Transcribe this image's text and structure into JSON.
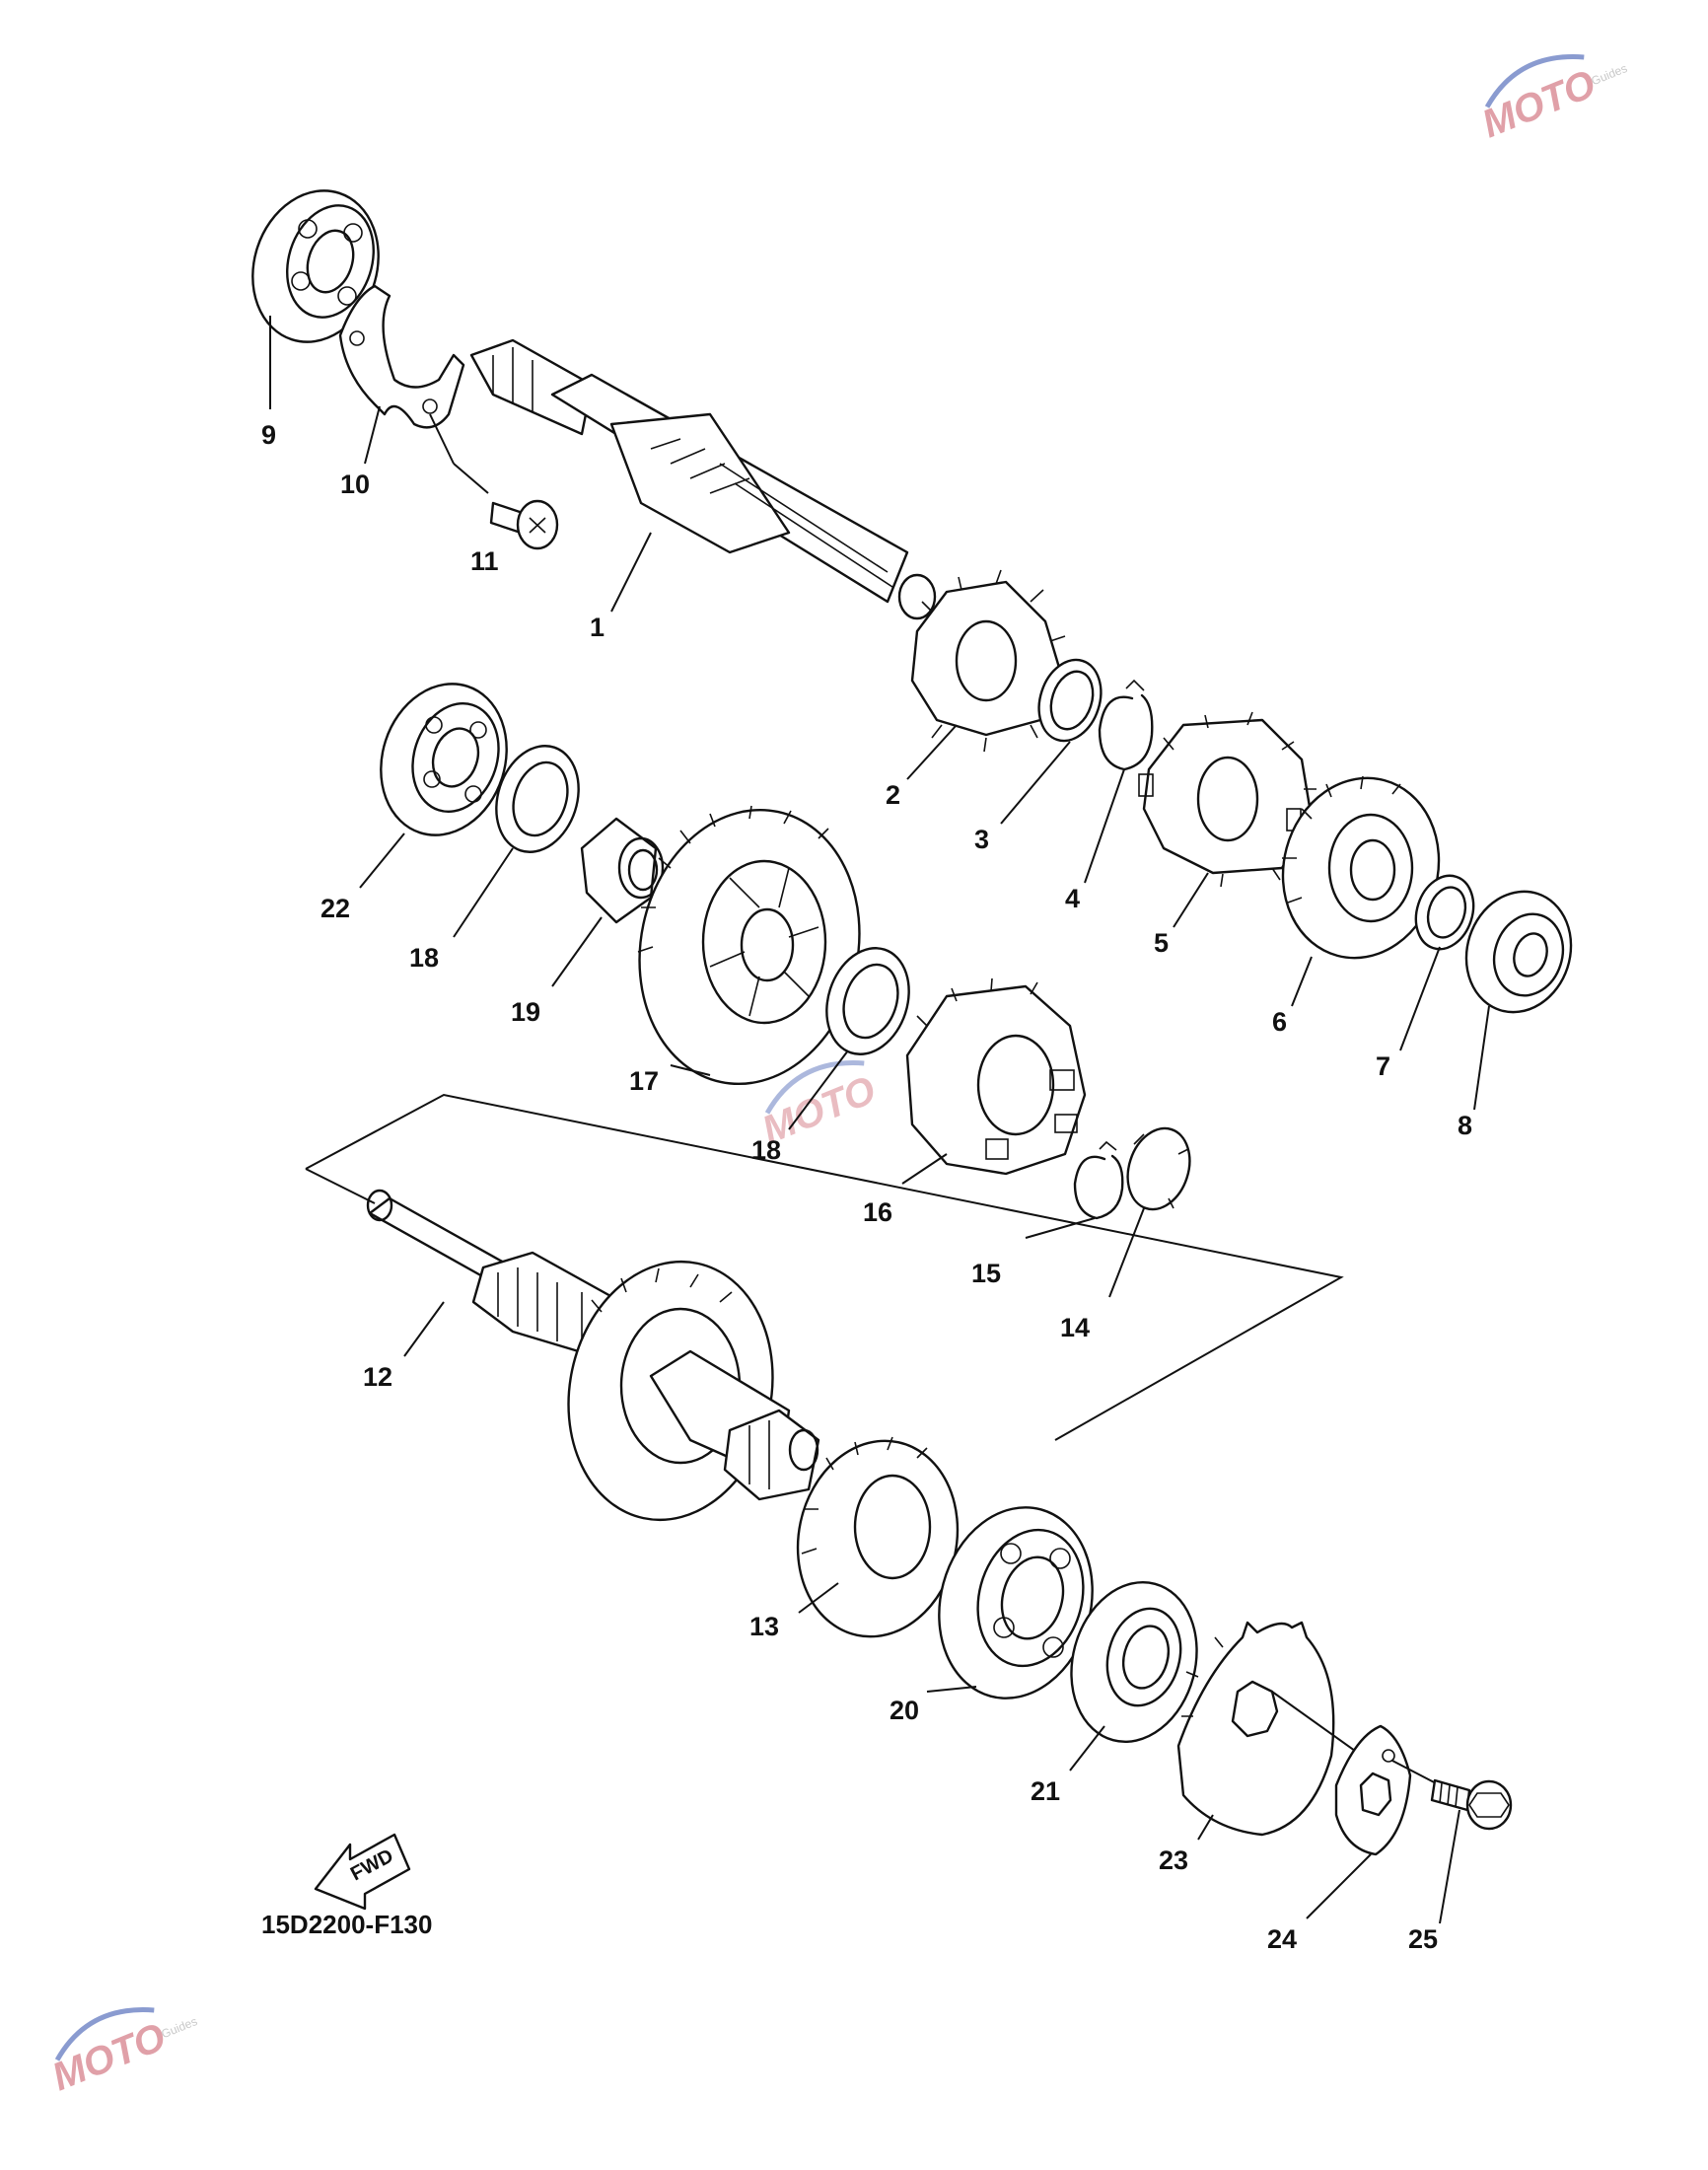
{
  "diagram_code": "15D2200-F130",
  "fwd_label": "FWD",
  "watermark": {
    "text": "MOTO",
    "sub": "Guides"
  },
  "callouts": [
    {
      "id": "1",
      "label": "1"
    },
    {
      "id": "2",
      "label": "2"
    },
    {
      "id": "3",
      "label": "3"
    },
    {
      "id": "4",
      "label": "4"
    },
    {
      "id": "5",
      "label": "5"
    },
    {
      "id": "6",
      "label": "6"
    },
    {
      "id": "7",
      "label": "7"
    },
    {
      "id": "8",
      "label": "8"
    },
    {
      "id": "9",
      "label": "9"
    },
    {
      "id": "10",
      "label": "10"
    },
    {
      "id": "11",
      "label": "11"
    },
    {
      "id": "12",
      "label": "12"
    },
    {
      "id": "13",
      "label": "13"
    },
    {
      "id": "14",
      "label": "14"
    },
    {
      "id": "15",
      "label": "15"
    },
    {
      "id": "16",
      "label": "16"
    },
    {
      "id": "17",
      "label": "17"
    },
    {
      "id": "18a",
      "label": "18"
    },
    {
      "id": "18b",
      "label": "18"
    },
    {
      "id": "19",
      "label": "19"
    },
    {
      "id": "20",
      "label": "20"
    },
    {
      "id": "21",
      "label": "21"
    },
    {
      "id": "22",
      "label": "22"
    },
    {
      "id": "23",
      "label": "23"
    },
    {
      "id": "24",
      "label": "24"
    },
    {
      "id": "25",
      "label": "25"
    }
  ]
}
